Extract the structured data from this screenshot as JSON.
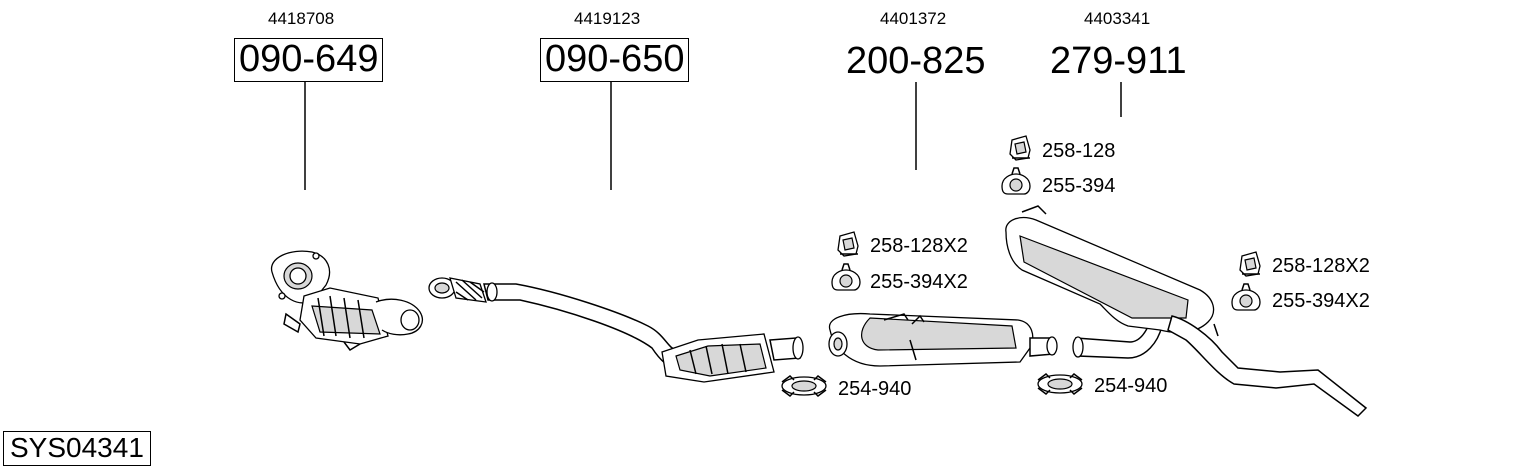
{
  "system_code": "SYS04341",
  "main_parts": [
    {
      "oem": "4418708",
      "part": "090-649"
    },
    {
      "oem": "4419123",
      "part": "090-650"
    },
    {
      "oem": "4401372",
      "part": "200-825"
    },
    {
      "oem": "4403341",
      "part": "279-911"
    }
  ],
  "accessories": {
    "rear_box_mount": "258-128",
    "rear_box_hanger": "255-394",
    "middle_mount": "258-128X2",
    "middle_hanger": "255-394X2",
    "tail_mount": "258-128X2",
    "tail_hanger": "255-394X2",
    "clamp_front": "254-940",
    "clamp_rear": "254-940"
  },
  "icons": [
    "rubber-mount-icon",
    "rubber-hanger-icon",
    "pipe-clamp-icon"
  ]
}
